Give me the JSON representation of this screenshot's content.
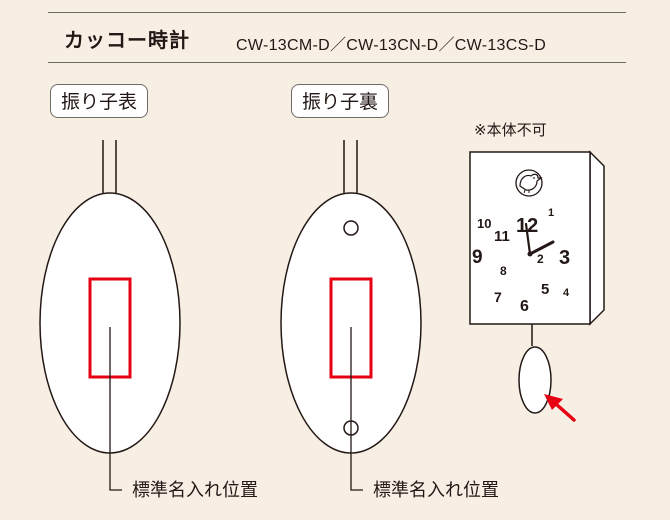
{
  "header": {
    "title": "カッコー時計",
    "models": "CW-13CM-D／CW-13CN-D／CW-13CS-D"
  },
  "pendulum_front": {
    "tag": "振り子表",
    "caption": "標準名入れ位置"
  },
  "pendulum_back": {
    "tag": "振り子裏",
    "caption": "標準名入れ位置"
  },
  "clock": {
    "note": "※本体不可",
    "dial_numbers": [
      "1",
      "2",
      "3",
      "4",
      "5",
      "6",
      "7",
      "8",
      "9",
      "10",
      "11",
      "12"
    ]
  },
  "colors": {
    "background": "#f8efe4",
    "outline": "#231815",
    "highlight": "#e60012"
  }
}
